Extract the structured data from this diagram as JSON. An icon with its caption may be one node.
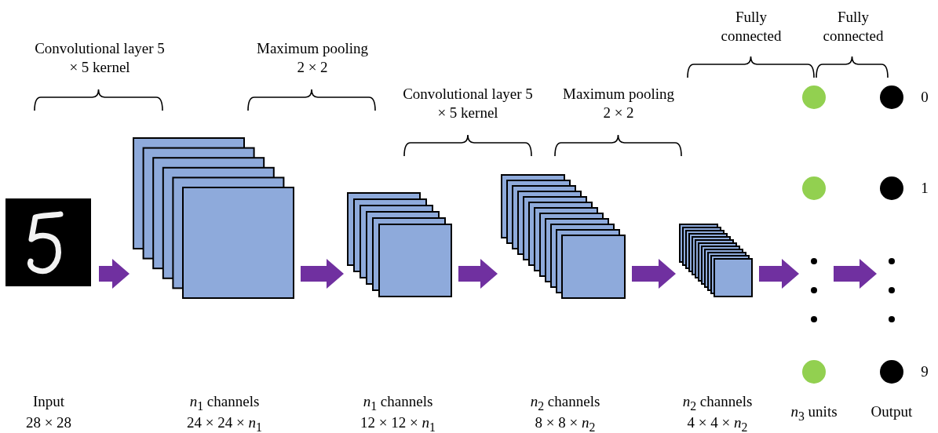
{
  "diagram": {
    "nodes": [
      {
        "text": [],
        "shape": "picture",
        "beside": [
          "Input",
          "28 × 28"
        ]
      },
      {
        "text": [],
        "shape": "box",
        "beside": [
          "*n*$_{1}$ channels",
          "24 × 24 × *n*$_{1}$"
        ]
      },
      {
        "text": [],
        "shape": "box",
        "beside": [
          "*n*$_{1}$ channels",
          "12 × 12 × *n*$_{1}$"
        ]
      },
      {
        "text": [],
        "shape": "box",
        "beside": [
          "*n*$_{2}$ channels",
          "8 × 8 × *n*$_{2}$"
        ]
      },
      {
        "text": [],
        "shape": "box",
        "beside": [
          "*n*$_{2}$ channels",
          "4 × 4 × *n*$_{2}$"
        ]
      },
      {
        "text": [],
        "shape": "circle",
        "beside": [
          "*n*$_{3}$ units"
        ]
      },
      {
        "text": [],
        "shape": "circle",
        "beside": [
          "Output"
        ]
      }
    ],
    "edges": [
      {
        "from": 0,
        "to": 1,
        "arrow": "to"
      },
      {
        "from": 1,
        "to": 2,
        "arrow": "to"
      },
      {
        "from": 2,
        "to": 3,
        "arrow": "to"
      },
      {
        "from": 3,
        "to": 4,
        "arrow": "to"
      },
      {
        "from": 4,
        "to": 5,
        "arrow": "to"
      },
      {
        "from": 5,
        "to": 6,
        "arrow": "to"
      }
    ],
    "labels": [
      "Convolutional layer 5 × 5 kernel",
      "Maximum pooling 2 × 2",
      "Convolutional layer 5 × 5 kernel",
      "Maximum pooling 2 × 2",
      "Fully connected",
      "Fully connected",
      "0",
      "1",
      "9"
    ]
  }
}
